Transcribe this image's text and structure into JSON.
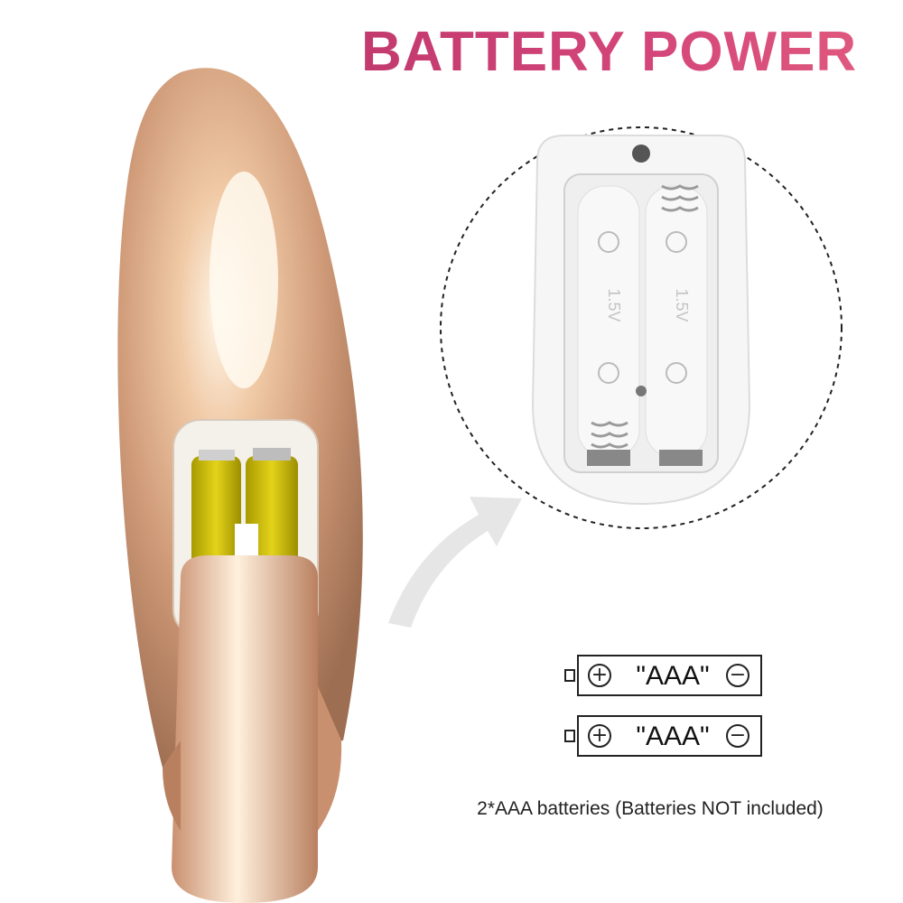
{
  "header": {
    "title": "BATTERY POWER"
  },
  "batteries": [
    {
      "plus_symbol": "⊕",
      "label": "\"AAA\"",
      "minus_symbol": "⊖"
    },
    {
      "plus_symbol": "⊕",
      "label": "\"AAA\"",
      "minus_symbol": "⊖"
    }
  ],
  "compartment": {
    "voltage_left": "1.5V",
    "voltage_right": "1.5V"
  },
  "caption": "2*AAA batteries (Batteries NOT included)",
  "colors": {
    "title_pink": "#c23a6e",
    "rose_gold": "#d9a582",
    "battery_yellow": "#d4c400",
    "plastic_white": "#f2f2f2"
  }
}
